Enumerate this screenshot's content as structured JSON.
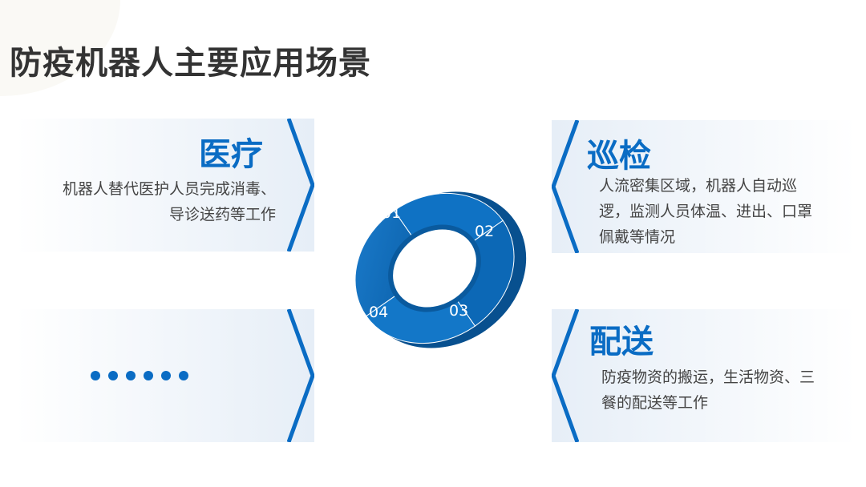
{
  "title": "防疫机器人主要应用场景",
  "panels": [
    {
      "heading": "医疗",
      "text_lines": [
        "机器人替代医护人员完成消毒、",
        "导诊送药等工作"
      ]
    },
    {
      "heading": "巡检",
      "text_lines": [
        "人流密集区域，机器人自动巡",
        "逻，监测人员体温、进出、口罩",
        "佩戴等情况"
      ]
    },
    {
      "heading": "配送",
      "text_lines": [
        "防疫物资的搬运，生活物资、三",
        "餐的配送等工作"
      ]
    }
  ],
  "ring_labels": [
    "01",
    "02",
    "03",
    "04"
  ],
  "colors": {
    "accent": "#0a6cc4",
    "title": "#333333"
  }
}
